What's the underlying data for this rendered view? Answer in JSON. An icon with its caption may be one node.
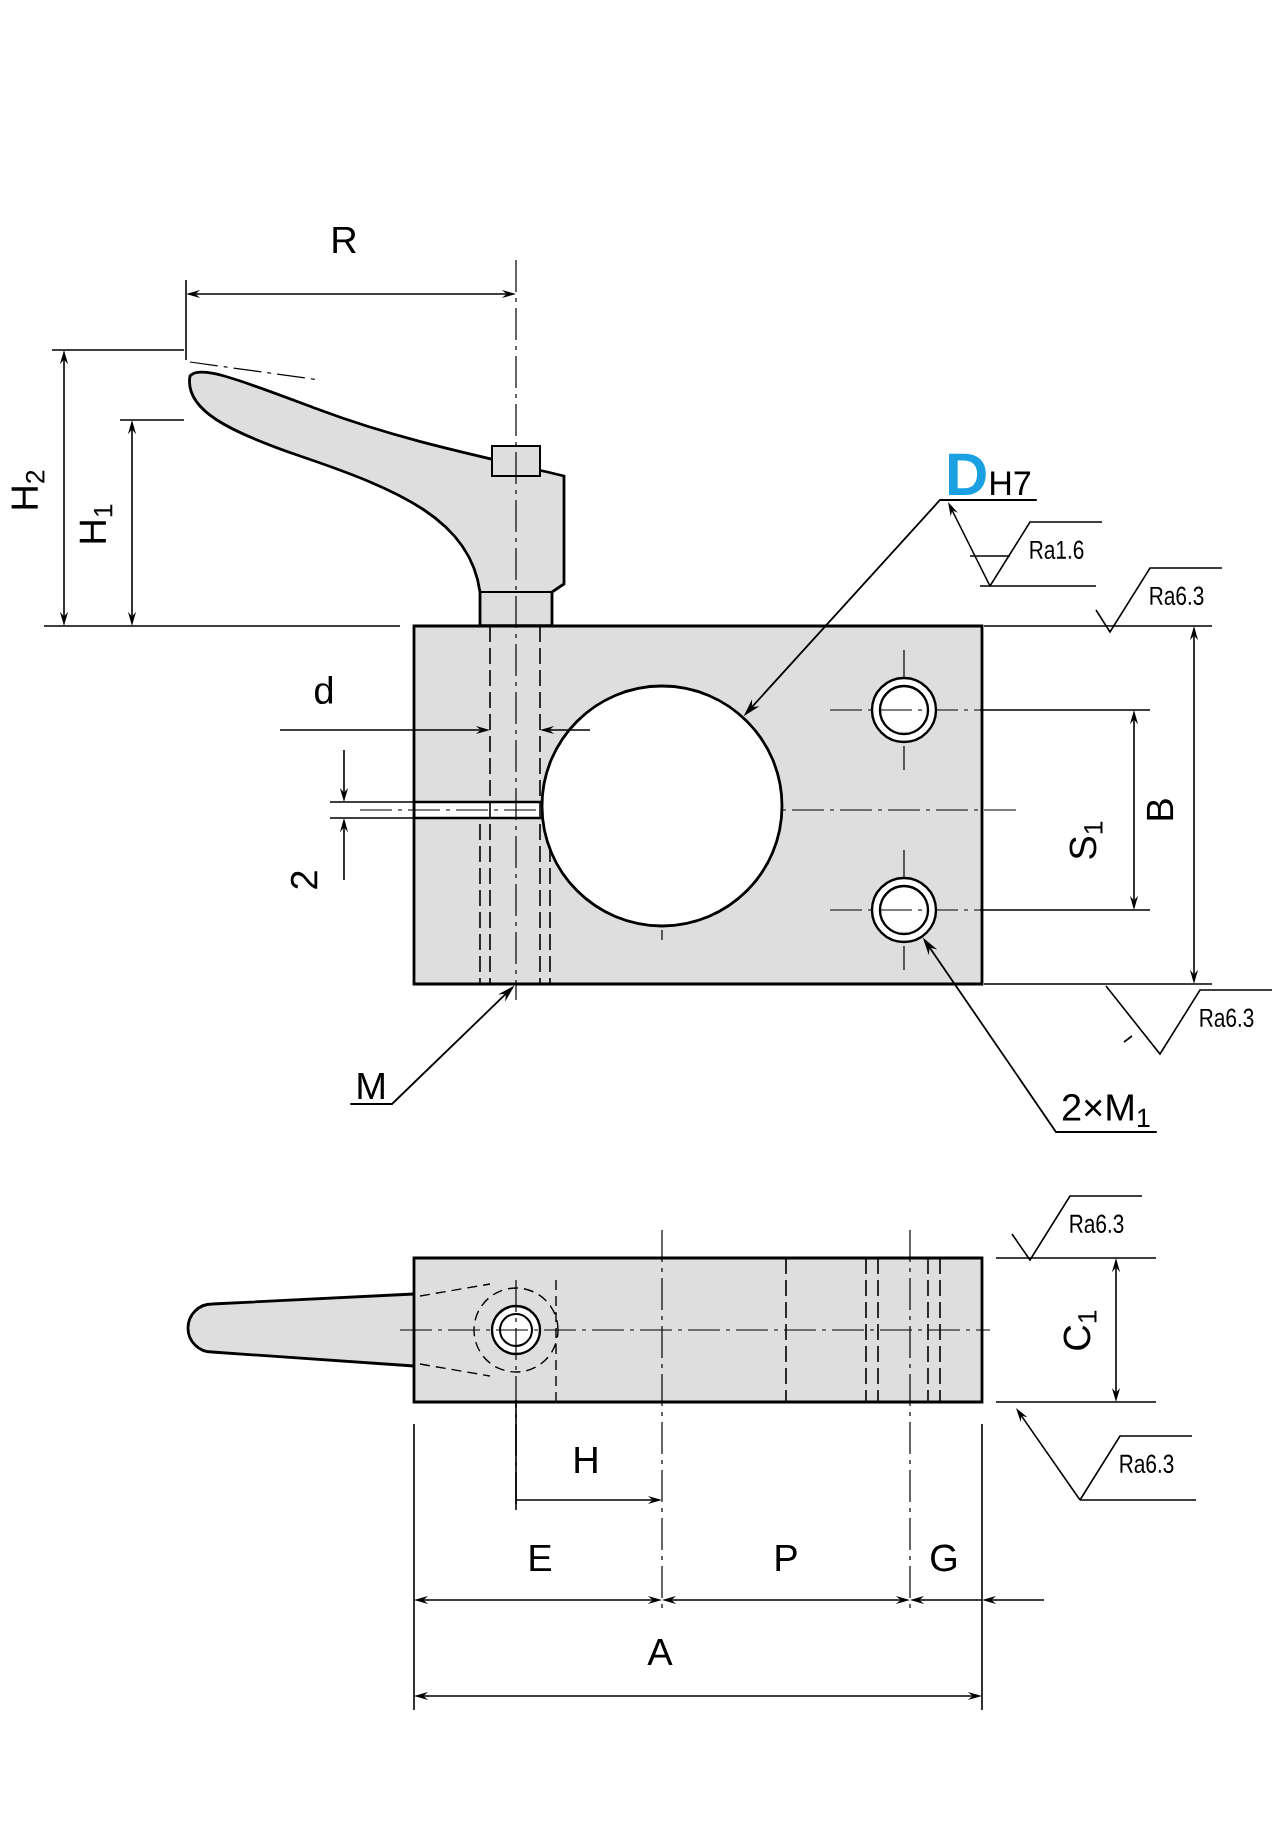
{
  "diagram": {
    "nodes": [
      {
        "text": [
          "D",
          "H7"
        ]
      },
      {
        "text": [],
        "shape": "box"
      },
      {
        "text": [],
        "shape": "circle",
        "in": 1
      },
      {
        "text": [],
        "shape": "circle",
        "in": 1
      },
      {
        "text": [],
        "shape": "circle",
        "in": 1
      },
      {
        "text": [
          "M"
        ]
      },
      {
        "text": [
          "2×M$_{1}$"
        ]
      }
    ],
    "edges": [
      {
        "from": 0,
        "to": 2,
        "arrow": "to"
      },
      {
        "from": 5,
        "to": 1,
        "arrow": "to"
      },
      {
        "from": 6,
        "to": 4,
        "arrow": "to"
      }
    ],
    "labels": [
      "R",
      "H$_{2}$",
      "H$_{1}$",
      "Ra1.6",
      "Ra6.3",
      "d",
      "2",
      "S$_{1}$",
      "B",
      "Ra6.3",
      "Ra6.3",
      "C$_{1}$",
      "Ra6.3",
      "H",
      "E",
      "P",
      "G",
      "A"
    ]
  }
}
